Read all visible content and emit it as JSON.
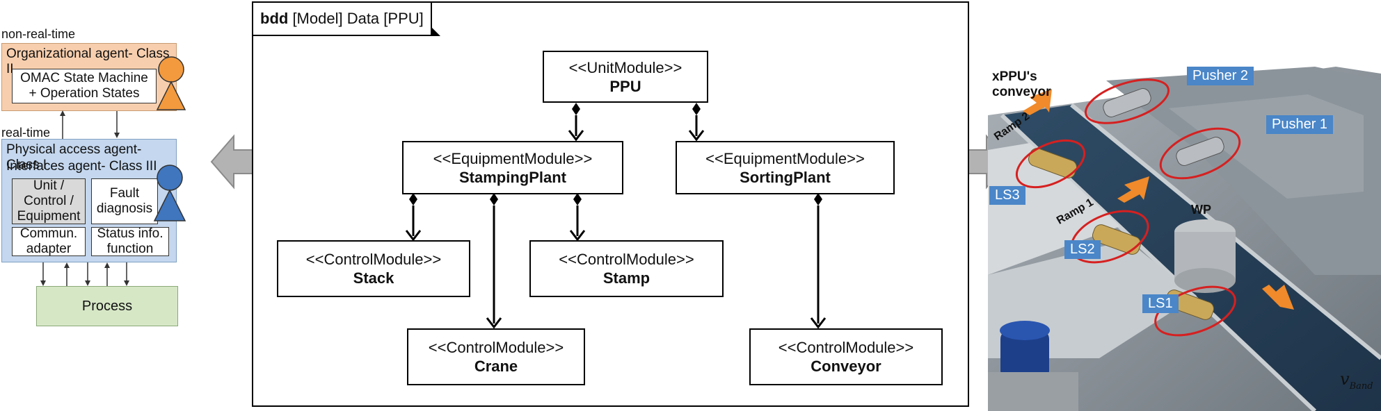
{
  "left_panel": {
    "nonrealtime_label": "non-real-time",
    "realtime_label": "real-time",
    "org_agent": {
      "title": "Organizational agent- Class II",
      "inner_line1": "OMAC State Machine",
      "inner_line2": "+ Operation States",
      "color": "#f8cfae"
    },
    "phys_agent": {
      "title_line1": "Physical access agent- Class I",
      "title_line2": "Interfaces agent- Class III",
      "color": "#c4d7ee",
      "cells": {
        "unit": [
          "Unit /",
          "Control /",
          "Equipment"
        ],
        "fault": [
          "Fault",
          "diagnosis"
        ],
        "commun": [
          "Commun.",
          "adapter"
        ],
        "status": [
          "Status info.",
          "function"
        ]
      }
    },
    "process": {
      "label": "Process",
      "color": "#d6e7c6"
    }
  },
  "bdd": {
    "header_keyword": "bdd",
    "header_rest": " [Model] Data [PPU]",
    "blocks": {
      "ppu": {
        "stereotype": "<<UnitModule>>",
        "name": "PPU"
      },
      "stamping": {
        "stereotype": "<<EquipmentModule>>",
        "name": "StampingPlant"
      },
      "sorting": {
        "stereotype": "<<EquipmentModule>>",
        "name": "SortingPlant"
      },
      "stack": {
        "stereotype": "<<ControlModule>>",
        "name": "Stack"
      },
      "stamp": {
        "stereotype": "<<ControlModule>>",
        "name": "Stamp"
      },
      "crane": {
        "stereotype": "<<ControlModule>>",
        "name": "Crane"
      },
      "conveyor": {
        "stereotype": "<<ControlModule>>",
        "name": "Conveyor"
      }
    }
  },
  "photo": {
    "caption_line1": "xPPU's",
    "caption_line2": "conveyor",
    "labels": {
      "pusher2": "Pusher 2",
      "pusher1": "Pusher 1",
      "ramp2": "Ramp 2",
      "ramp1": "Ramp 1",
      "ls3": "LS3",
      "ls2": "LS2",
      "ls1": "LS1",
      "wp": "WP",
      "v_band": "v",
      "v_band_sub": "Band"
    },
    "accent_color": "#4a86c8",
    "arrow_color": "#f08a2a",
    "ring_color": "#d62020"
  }
}
